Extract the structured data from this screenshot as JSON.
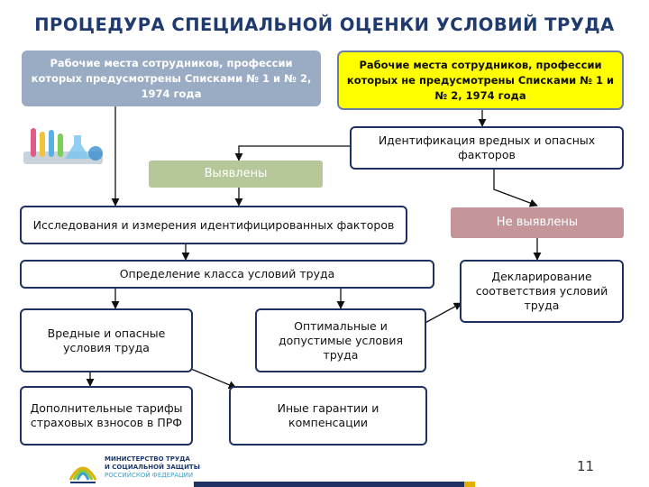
{
  "title": "ПРОЦЕДУРА СПЕЦИАЛЬНОЙ ОЦЕНКИ УСЛОВИЙ ТРУДА",
  "boxes": {
    "listed": "Рабочие места сотрудников, профессии которых предусмотрены Списками № 1 и № 2, 1974 года",
    "not_listed": "Рабочие места сотрудников, профессии которых не предусмотрены Списками № 1 и № 2, 1974 года",
    "identification": "Идентификация вредных и опасных факторов",
    "found": "Выявлены",
    "research": "Исследования и измерения идентифицированных факторов",
    "not_found": "Не выявлены",
    "class": "Определение класса условий труда",
    "declaration": "Декларирование соответствия условий труда",
    "harmful": "Вредные и опасные условия труда",
    "optimal": "Оптимальные и допустимые условия труда",
    "tariffs": "Дополнительные тарифы страховых взносов в ПРФ",
    "guarantees": "Иные гарантии и компенсации"
  },
  "footer": {
    "ministry_line1": "МИНИСТЕРСТВО ТРУДА",
    "ministry_line2": "И СОЦИАЛЬНОЙ ЗАЩИТЫ",
    "ministry_line3": "РОССИЙСКОЙ ФЕДЕРАЦИИ",
    "page_number": "11"
  },
  "colors": {
    "title": "#1e3a6e",
    "border": "#1f3160",
    "grey_box": "#9aabc4",
    "yellow_box": "#ffff00",
    "green_box": "#b6c89a",
    "pink_box": "#c4969a"
  }
}
